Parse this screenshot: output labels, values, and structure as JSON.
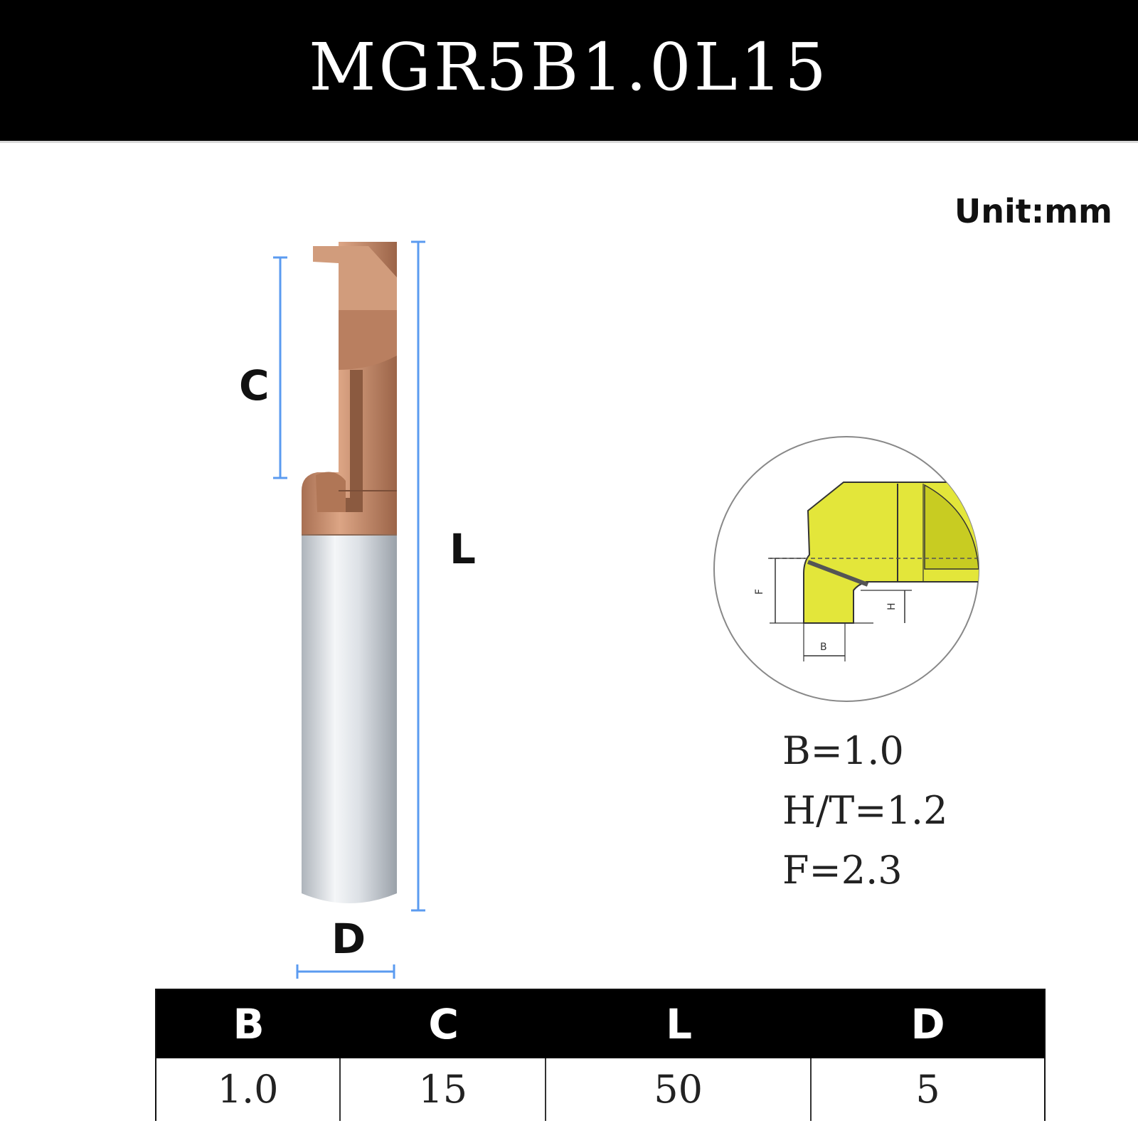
{
  "header": {
    "title": "MGR5B1.0L15"
  },
  "unit_label": "Unit:mm",
  "diagram": {
    "labels": {
      "c": "C",
      "l": "L",
      "d": "D"
    },
    "detail_labels": {
      "f": "F",
      "h": "H",
      "b": "B"
    },
    "specs": [
      "B=1.0",
      "H/T=1.2",
      "F=2.3"
    ]
  },
  "table": {
    "headers": [
      "B",
      "C",
      "L",
      "D"
    ],
    "values": [
      "1.0",
      "15",
      "50",
      "5"
    ]
  },
  "colors": {
    "header_bg": "#000000",
    "dimension_line": "#5b9bf0",
    "tool_coating": "#c48a68",
    "tool_shank": "#d9dde2",
    "insert_yellow": "#e3e63a"
  }
}
